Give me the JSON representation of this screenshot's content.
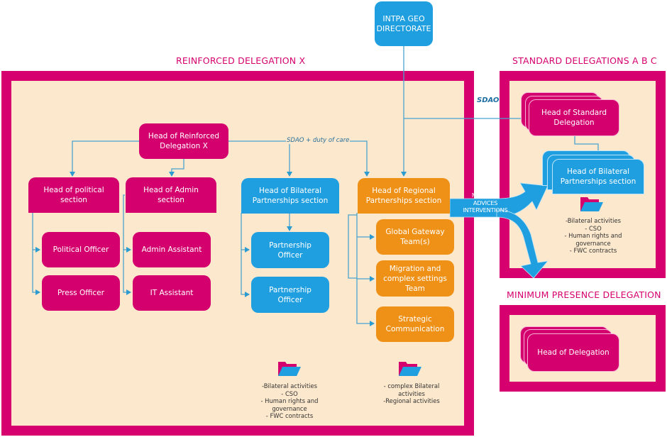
{
  "top": {
    "label": "INTPA GEO\nDIRECTORATE"
  },
  "reinforced": {
    "title": "REINFORCED DELEGATION X",
    "head": "Head of Reinforced Delegation X",
    "link_label": "SDAO + duty of care",
    "political": {
      "head": "Head of political section",
      "members": [
        "Political Officer",
        "Press  Officer"
      ]
    },
    "admin": {
      "head": "Head of Admin section",
      "members": [
        "Admin Assistant",
        "IT Assistant"
      ]
    },
    "bilateral": {
      "head": "Head of Bilateral Partnerships section",
      "members": [
        "Partnership Officer",
        "Partnership Officer"
      ]
    },
    "regional": {
      "head": "Head of Regional Partnerships section",
      "members": [
        "Global Gateway Team(s)",
        "Migration and complex settings Team",
        "Strategic Communication"
      ]
    },
    "bilateral_portfolio": {
      "icon": "folder-icon",
      "notes": "-Bilateral activities\n- CSO\n- Human rights and\ngovernance\n- FWC contracts"
    },
    "regional_portfolio": {
      "icon": "folder-icon",
      "notes": "- complex Bilateral\nactivities\n-Regional activities"
    }
  },
  "arrow": {
    "label": "MISSIONS\nADVICES\nINTERVENTIONS"
  },
  "sdao": {
    "label": "SDAO"
  },
  "standard": {
    "title": "STANDARD DELEGATIONS A B C",
    "head": "Head of Standard Delegation",
    "bilateral_head": "Head of Bilateral Partnerships section",
    "portfolio": {
      "icon": "folder-icon",
      "notes": "-Bilateral activities\n- CSO\n- Human rights and\ngovernance\n- FWC contracts"
    }
  },
  "minimum": {
    "title": "MINIMUM PRESENCE DELEGATION",
    "head": "Head of Delegation"
  },
  "colors": {
    "magenta": "#d3006e",
    "blue": "#1f9fe0",
    "orange": "#ef9117",
    "background": "#fce8cc",
    "connector": "#4aa3cf"
  }
}
